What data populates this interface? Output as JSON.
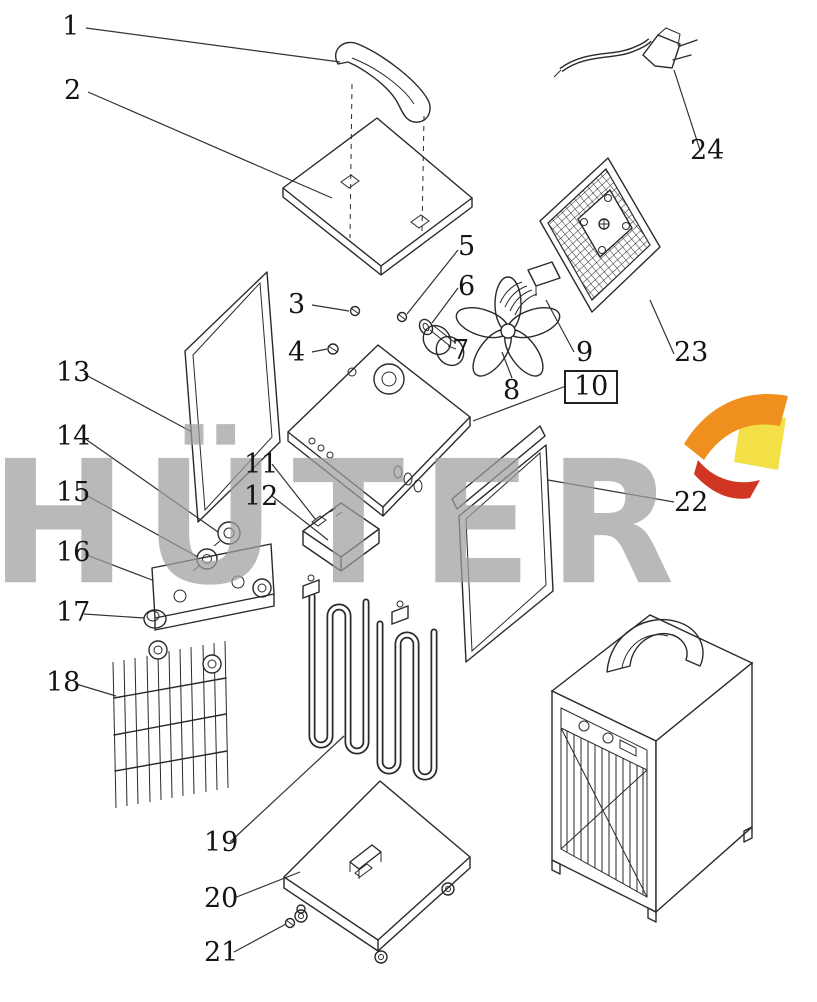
{
  "watermark": {
    "text": "HÜTER"
  },
  "logo": {
    "orange": "#ee8a12",
    "yellow": "#f3df3e",
    "red": "#cf2c17"
  },
  "parts": [
    "1",
    "2",
    "3",
    "4",
    "5",
    "6",
    "7",
    "8",
    "9",
    "10",
    "11",
    "12",
    "13",
    "14",
    "15",
    "16",
    "17",
    "18",
    "19",
    "20",
    "21",
    "22",
    "23",
    "24"
  ]
}
